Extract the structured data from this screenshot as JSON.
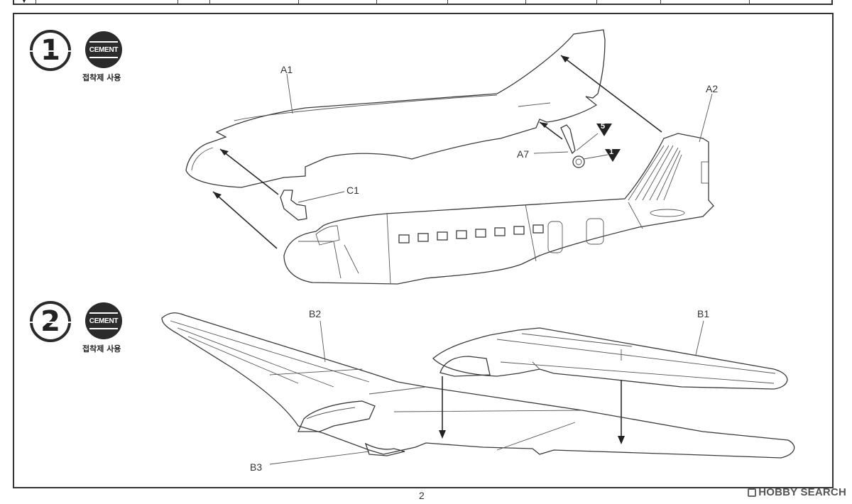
{
  "steps": [
    {
      "number": "1",
      "cement_label": "CEMENT",
      "cement_note": "접착제 사용"
    },
    {
      "number": "2",
      "cement_label": "CEMENT",
      "cement_note": "접착제 사용"
    }
  ],
  "part_labels": {
    "a1": "A1",
    "a2": "A2",
    "a7": "A7",
    "c1": "C1",
    "b1": "B1",
    "b2": "B2",
    "b3": "B3"
  },
  "callouts": {
    "color_5": "5",
    "color_1": "1"
  },
  "page_number": "2",
  "watermark": "HOBBY SEARCH"
}
